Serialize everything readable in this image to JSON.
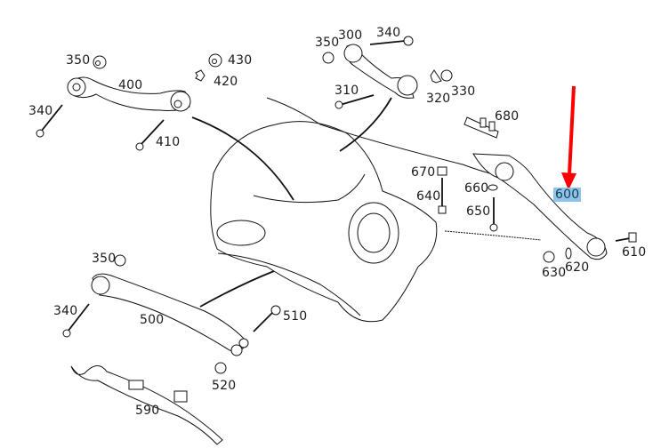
{
  "diagram": {
    "type": "exploded-parts-view",
    "subject": "rear axle suspension arms",
    "highlight_color": "#8fc4e6",
    "pointer_arrow_color": "#ff0000",
    "highlighted_part": "600",
    "labels": {
      "p350a": "350",
      "p400": "400",
      "p430": "430",
      "p420": "420",
      "p340a": "340",
      "p410": "410",
      "p350b": "350",
      "p300": "300",
      "p340b": "340",
      "p310": "310",
      "p320": "320",
      "p330": "330",
      "p680": "680",
      "p670": "670",
      "p640": "640",
      "p660": "660",
      "p650": "650",
      "p600": "600",
      "p610": "610",
      "p630": "630",
      "p620": "620",
      "p350c": "350",
      "p340c": "340",
      "p500": "500",
      "p510": "510",
      "p520": "520",
      "p590": "590"
    }
  }
}
